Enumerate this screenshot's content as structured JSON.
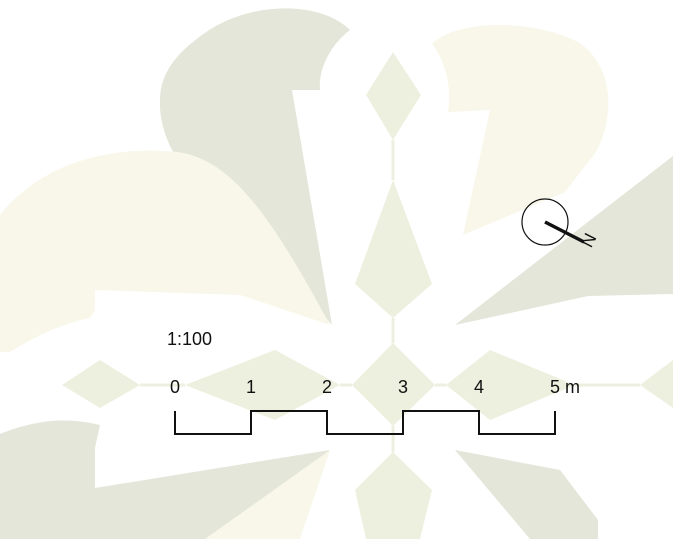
{
  "drawing": {
    "colors": {
      "background": "#ffffff",
      "sage": "#e3e6d9",
      "cream": "#f9f7e9",
      "pale": "#eef0df",
      "ink": "#111111"
    }
  },
  "scale": {
    "ratio_label": "1:100",
    "tick_labels": [
      "0",
      "1",
      "2",
      "3",
      "4",
      "5 m"
    ],
    "max_meters": 5
  },
  "north_arrow": {
    "icon": "north-arrow-icon",
    "label": "N"
  }
}
